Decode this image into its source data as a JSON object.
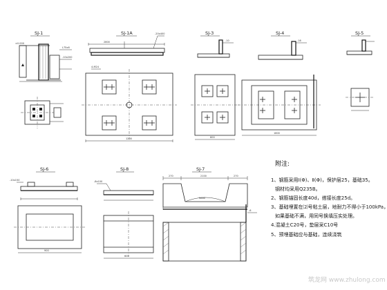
{
  "details": {
    "sj1": "SJ-1",
    "sj1a": "SJ-1A",
    "sj3": "SJ-3",
    "sj4": "SJ-4",
    "sj5": "SJ-5",
    "sj6": "SJ-6",
    "sj8": "SJ-8",
    "sj7": "SJ-7"
  },
  "notes": {
    "heading": "附注:",
    "items": [
      "1、钢筋采用Ⅰ(Φ)、Ⅱ(Φ)，保护层25，基础35。",
      "钢材均采用Q235B。",
      "2、钢筋锚固长度40d，搭接长度25d。",
      "3、基础埋置在⑵号粘土层，地耐力不得小于100kPa，",
      "如果基础不满，用同号换填压实处理。",
      "4.混凝土C20号，垫层采C10号",
      "5、预埋基础应与基础，连续浇筑"
    ]
  },
  "watermark": "筑龙网 www.zhulong.com"
}
